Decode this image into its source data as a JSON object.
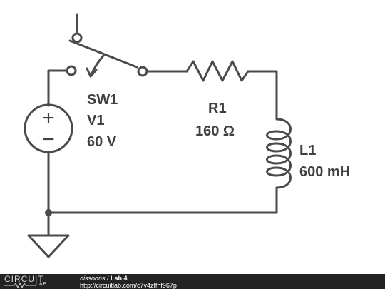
{
  "circuit": {
    "switch": {
      "label": "SW1"
    },
    "source": {
      "name": "V1",
      "value": "60 V",
      "plus_sign": "+",
      "minus_sign": "−"
    },
    "resistor": {
      "name": "R1",
      "value": "160 Ω"
    },
    "inductor": {
      "name": "L1",
      "value": "600 mH"
    }
  },
  "footer": {
    "logo_top": "CIRCUIT",
    "logo_bottom": "LAB",
    "user": "bissoons",
    "separator": " / ",
    "circuit_title": "Lab 4",
    "url": "http://circuitlab.com/c7v4zffhf967p"
  },
  "colors": {
    "wire": "#4a4a4a",
    "text": "#3f3f3f",
    "footer_bg": "#232323"
  }
}
